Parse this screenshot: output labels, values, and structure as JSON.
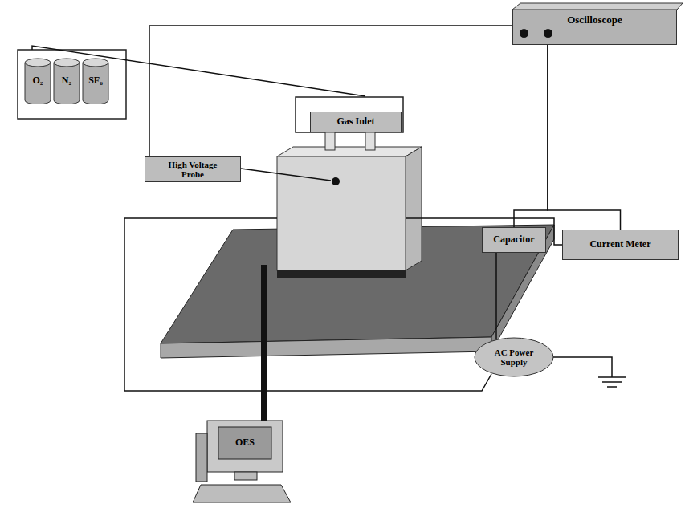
{
  "diagram": {
    "nodes": [
      {
        "text": [
          "Oscilloscope"
        ]
      },
      {
        "text": [
          "O₂"
        ]
      },
      {
        "text": [
          "N₂"
        ]
      },
      {
        "text": [
          "SF₆"
        ]
      },
      {
        "text": [
          "Gas Inlet"
        ]
      },
      {
        "text": [
          "High Voltage Probe"
        ]
      },
      {
        "text": [
          "Capacitor"
        ]
      },
      {
        "text": [
          "Current Meter"
        ]
      },
      {
        "text": [
          "AC Power Supply"
        ]
      },
      {
        "text": [
          "OES"
        ]
      }
    ],
    "edges": [
      {
        "from": 0,
        "to": 5,
        "arrow": "none"
      },
      {
        "from": 0,
        "to": 6,
        "arrow": "none"
      },
      {
        "from": 0,
        "to": 7,
        "arrow": "none"
      },
      {
        "from": 6,
        "to": 8,
        "arrow": "none"
      }
    ]
  }
}
